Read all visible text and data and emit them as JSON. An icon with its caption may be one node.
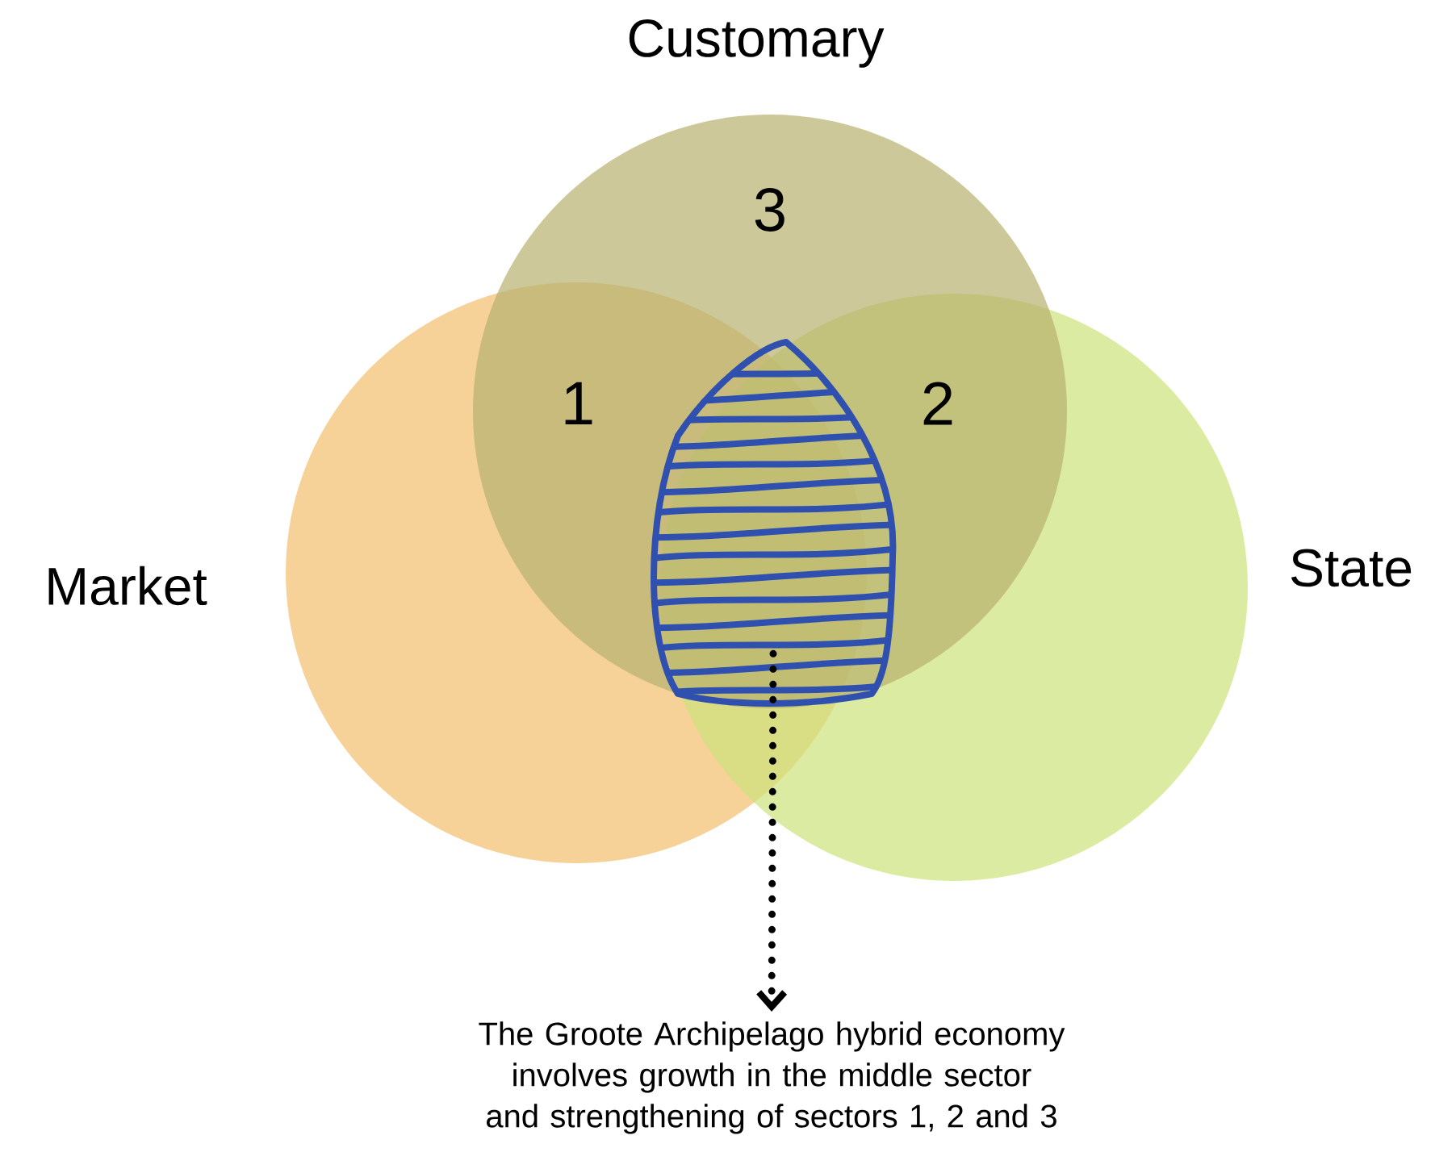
{
  "diagram": {
    "nodes": [
      {
        "text": [
          "Customary"
        ]
      },
      {
        "text": [
          "Market"
        ]
      },
      {
        "text": [
          "State"
        ]
      },
      {
        "text": [],
        "shape": "leaf"
      },
      {
        "text": [
          "The Groote Archipelago hybrid economy involves growth in the middle sector and strengthening of sectors 1, 2 and 3"
        ]
      }
    ],
    "edges": [
      {
        "from": 3,
        "to": 4,
        "arrow": "to",
        "style": "dashed"
      }
    ],
    "labels": [
      "3",
      "1",
      "2"
    ]
  }
}
